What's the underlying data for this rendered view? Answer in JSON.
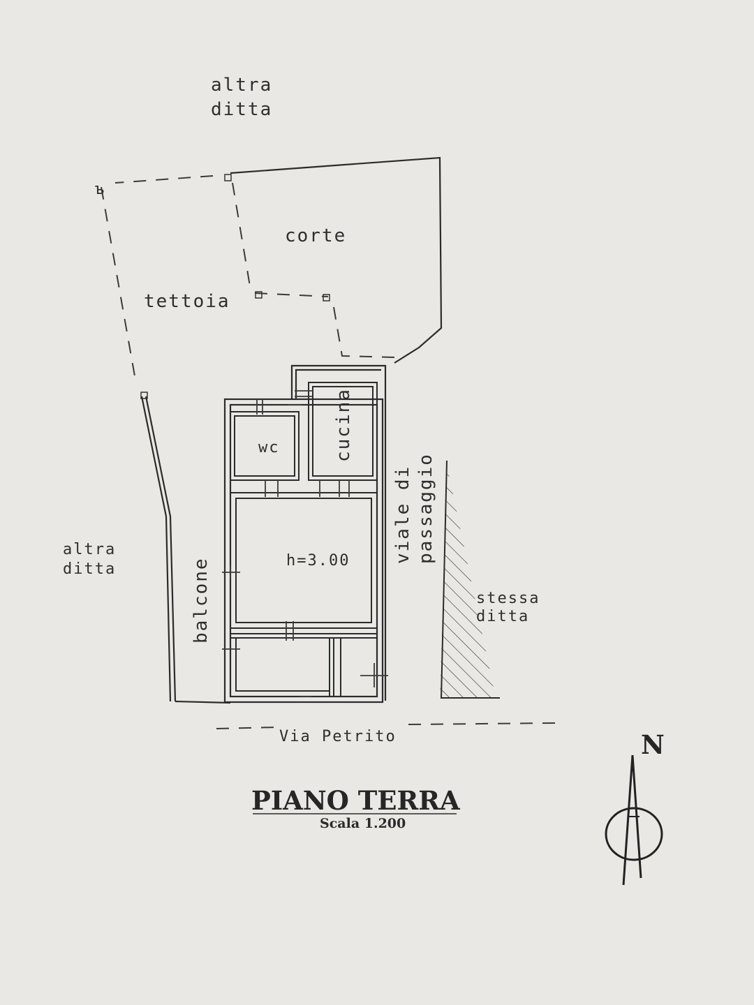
{
  "labels": {
    "top_neighbor_line1": "altra",
    "top_neighbor_line2": "ditta",
    "court": "corte",
    "canopy": "tettoia",
    "bathroom": "wc",
    "kitchen": "cucina",
    "room_height": "h=3.00",
    "balcony": "balcone",
    "passage_line1": "viale di",
    "passage_line2": "passaggio",
    "left_neighbor_line1": "altra",
    "left_neighbor_line2": "ditta",
    "right_neighbor_line1": "stessa",
    "right_neighbor_line2": "ditta",
    "street": "Via Petrito"
  },
  "title": "PIANO TERRA",
  "scale": "Scala 1.200",
  "north": "N"
}
